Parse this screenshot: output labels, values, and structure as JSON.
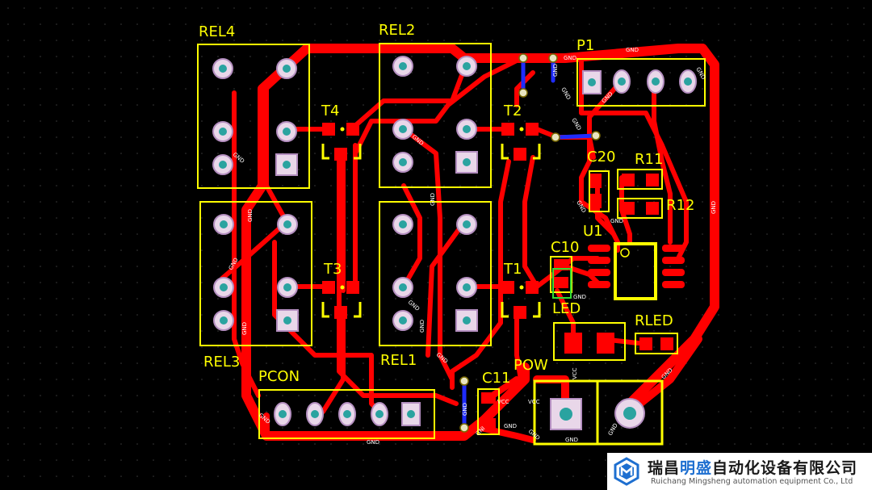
{
  "components": {
    "rel4": "REL4",
    "rel2": "REL2",
    "rel3": "REL3",
    "rel1": "REL1",
    "t4": "T4",
    "t2": "T2",
    "t3": "T3",
    "t1": "T1",
    "p1": "P1",
    "c20": "C20",
    "r11": "R11",
    "r12": "R12",
    "u1": "U1",
    "c10": "C10",
    "led": "LED",
    "rled": "RLED",
    "pow": "POW",
    "c11": "C11",
    "pcon": "PCON"
  },
  "nets": {
    "gnd": "GND",
    "vcc": "VCC",
    "gnd2": "GNI"
  },
  "logo": {
    "cn_pre": "瑞昌",
    "cn_hl": "明盛",
    "cn_post": "自动化设备有限公司",
    "en": "Ruichang Mingsheng automation equipment Co., Ltd"
  },
  "colors": {
    "background": "#000000",
    "copper_top": "#ff0000",
    "copper_bottom": "#1f2cff",
    "silkscreen": "#ffff00",
    "pad_hole": "#2aa3a0"
  }
}
